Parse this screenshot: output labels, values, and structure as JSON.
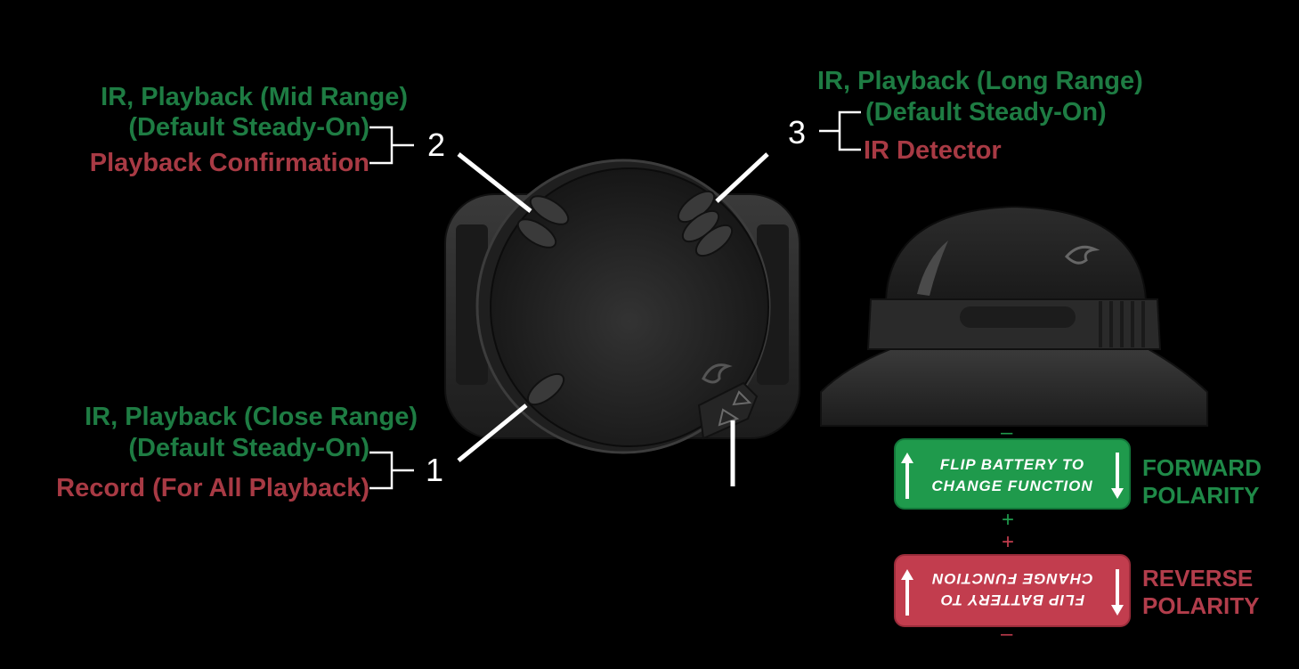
{
  "callouts": {
    "top_left": {
      "number": "2",
      "line1": "IR, Playback (Mid Range)",
      "line2": "(Default Steady-On)",
      "line3": "Playback Confirmation"
    },
    "top_right": {
      "number": "3",
      "line1": "IR, Playback (Long Range)",
      "line2": "(Default Steady-On)",
      "line3": "IR Detector"
    },
    "bottom_left": {
      "number": "1",
      "line1": "IR, Playback (Close Range)",
      "line2": "(Default Steady-On)",
      "line3": "Record (For All Playback)"
    }
  },
  "battery": {
    "forward": {
      "text_line1": "FLIP BATTERY TO",
      "text_line2": "CHANGE FUNCTION",
      "label_line1": "FORWARD",
      "label_line2": "POLARITY",
      "sign_top": "–",
      "sign_bottom": "+",
      "color": "#1f9a4c"
    },
    "reverse": {
      "text_line1": "FLIP BATTERY TO",
      "text_line2": "CHANGE FUNCTION",
      "label_line1": "REVERSE",
      "label_line2": "POLARITY",
      "sign_top": "+",
      "sign_bottom": "–",
      "color": "#c23d4e"
    }
  },
  "colors": {
    "background": "#000000",
    "primary_function": "#1e7c43",
    "secondary_function": "#a83a44",
    "device_body": "#2b2b2b"
  }
}
